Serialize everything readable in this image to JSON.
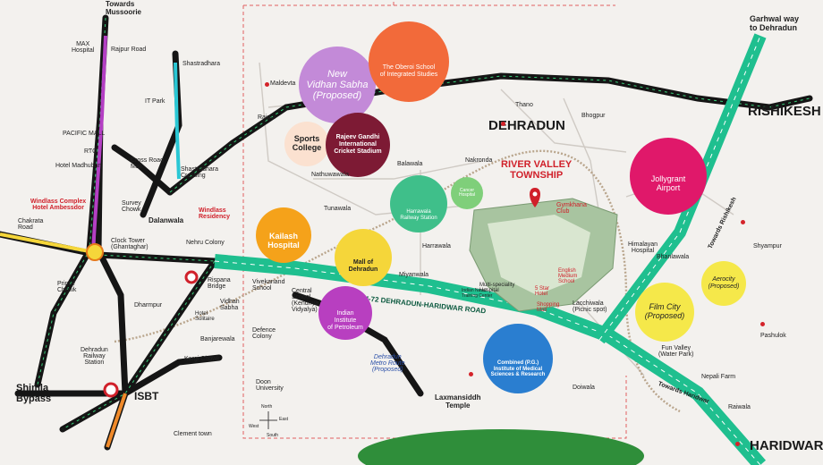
{
  "directions": {
    "mussoorie": "Towards\nMussoorie",
    "garhwal": "Garhwal way\nto Dehradun",
    "rishikesh_road": "Towards Rishikesh",
    "haridwar_road": "Towards Haridwar"
  },
  "cities": {
    "dehradun": "DEHRADUN",
    "rishikesh": "RISHIKESH",
    "haridwar": "HARIDWAR",
    "shimla": "Shimla\nBypass",
    "isbt": "ISBT"
  },
  "project": {
    "name": "RIVER VALLEY\nTOWNSHIP",
    "labels": {
      "gymkhana": "Gymkhana\nClub",
      "english_school": "English\nMedium\nSchool",
      "hotel": "5 Star\nHotel",
      "mall": "Shopping\nMall",
      "hospital": "Multi-speciality\nHospital",
      "naval": "Indian Naval\nTraining Center"
    }
  },
  "road": {
    "nh72": "NH-72 DEHRADUN-HARIDWAR ROAD",
    "metro": "Dehradun\nMetro Route\n(Proposed)"
  },
  "circles": {
    "vidhan": "New\nVidhan Sabha\n(Proposed)",
    "oberoi": "The Oberoi School\nof Integrated Studies",
    "sports": "Sports\nCollege",
    "cricket": "Rajeev Gandhi\nInternational\nCricket Stadium",
    "railway": "Harrawala\nRailway Station",
    "cancer": "Cancer\nHospital",
    "kailash": "Kailash\nHospital",
    "mall": "Mall of\nDehradun",
    "iip": "Indian\nInstitute\nof Petroleum",
    "aiims": "Combined (P.G.)\nInstitute of Medical\nSciences & Research",
    "airport": "Jollygrant\nAirport",
    "aerocity": "Aerocity\n(Proposed)",
    "filmcity": "Film City\n(Proposed)"
  },
  "places": {
    "max": "MAX\nHospital",
    "rajpur_road": "Rajpur Road",
    "shastradhara": "Shastradhara",
    "itpark": "IT Park",
    "pacific": "PACIFIC MALL",
    "rto": "RTO",
    "madhuban": "Hotel Madhuban",
    "crossroad": "Cross Road\nMall",
    "shastradhara_crossing": "Shastradhara\nCrossing",
    "windlass_complex": "Windlass Complex\nHotel Ambessdor",
    "survey": "Survey\nChowk",
    "dalanwala": "Dalanwala",
    "windlass_res": "Windlass\nResidency",
    "chakrata": "Chakrata\nRoad",
    "clocktower": "Clock Tower\n(Ghantaghar)",
    "nehru": "Nehru Colony",
    "prince": "Prince\nChowk",
    "dharmpur": "Dharmpur",
    "rispana": "Rispana\nBridge",
    "vivekanand": "Vivekanand\nSchool",
    "vidhan_sabha": "Vidhan\nSabha",
    "solitaire": "Hotel\nSolitaire",
    "central_school": "Central\nSchool\n(Kendriya\nVidyalya)",
    "defence": "Defence\nColony",
    "banjarewala": "Banjarewala",
    "kargi": "Kargi Chowk",
    "doon_univ": "Doon\nUniversity",
    "dehradun_rly": "Dehradun\nRailway\nStation",
    "clement": "Clement town",
    "maldevta": "Maldevta",
    "rajpur": "Rajpur",
    "nathuwawala": "Nathuwawala",
    "tunawala": "Tunawala",
    "balawala": "Balawala",
    "nakronda": "Nakronda",
    "harrawala": "Harrawala",
    "miyanwala": "Miyanwala",
    "thano": "Thano",
    "bhogpur": "Bhogpur",
    "himalayan": "Himalayan\nHospital",
    "bhanlawala": "Bhanlawala",
    "shyampur": "Shyampur",
    "lacchiwala": "Lacchiwala\n(Picnic spot)",
    "pashulok": "Pashulok",
    "funvalley": "Fun Valley\n(Water Park)",
    "nepali": "Nepali Farm",
    "raiwala": "Raiwala",
    "doiwala": "Doiwala",
    "laxmansiddh": "Laxmansiddh\nTemple"
  },
  "compass": {
    "n": "North",
    "e": "East",
    "w": "West",
    "s": "South"
  },
  "colors": {
    "road": "#111111",
    "highway": "#1fbf8f",
    "accent": "#d0202a",
    "metro": "#d33a3a"
  }
}
